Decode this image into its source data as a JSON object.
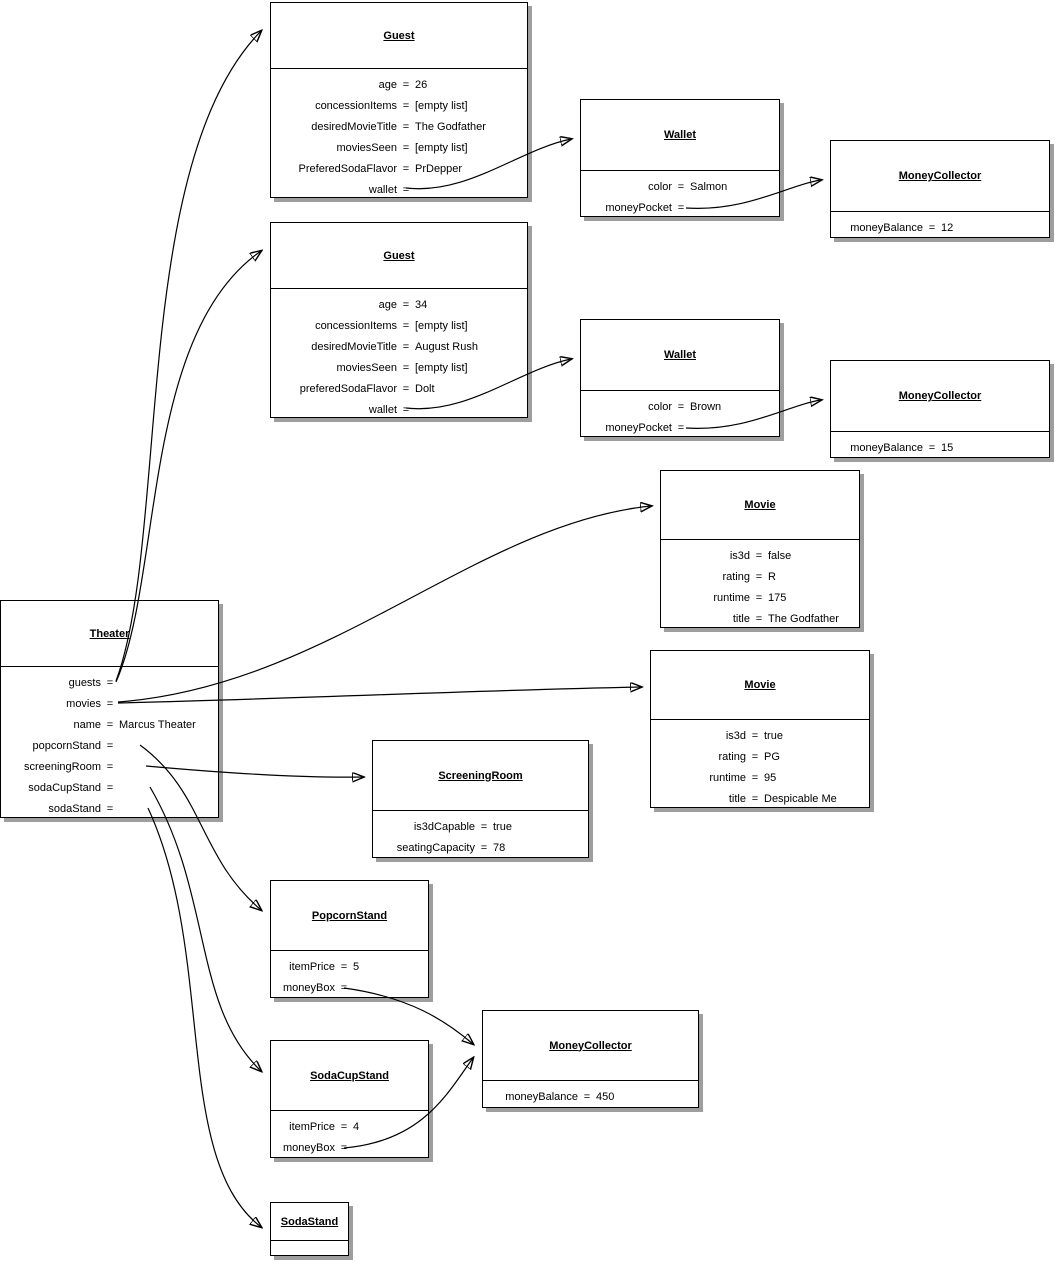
{
  "equals": "=",
  "boxes": [
    {
      "id": "guest1",
      "title": "Guest",
      "fields": [
        {
          "name": "age",
          "value": "26"
        },
        {
          "name": "concessionItems",
          "value": "[empty list]"
        },
        {
          "name": "desiredMovieTitle",
          "value": "The Godfather"
        },
        {
          "name": "moviesSeen",
          "value": "[empty list]"
        },
        {
          "name": "PreferedSodaFlavor",
          "value": "PrDepper"
        },
        {
          "name": "wallet",
          "value": ""
        }
      ]
    },
    {
      "id": "wallet1",
      "title": "Wallet",
      "fields": [
        {
          "name": "color",
          "value": "Salmon"
        },
        {
          "name": "moneyPocket",
          "value": ""
        }
      ]
    },
    {
      "id": "moneycollector1",
      "title": "MoneyCollector",
      "fields": [
        {
          "name": "moneyBalance",
          "value": "12"
        }
      ]
    },
    {
      "id": "guest2",
      "title": "Guest",
      "fields": [
        {
          "name": "age",
          "value": "34"
        },
        {
          "name": "concessionItems",
          "value": "[empty list]"
        },
        {
          "name": "desiredMovieTitle",
          "value": "August Rush"
        },
        {
          "name": "moviesSeen",
          "value": "[empty list]"
        },
        {
          "name": "preferedSodaFlavor",
          "value": "Dolt"
        },
        {
          "name": "wallet",
          "value": ""
        }
      ]
    },
    {
      "id": "wallet2",
      "title": "Wallet",
      "fields": [
        {
          "name": "color",
          "value": "Brown"
        },
        {
          "name": "moneyPocket",
          "value": ""
        }
      ]
    },
    {
      "id": "moneycollector2",
      "title": "MoneyCollector",
      "fields": [
        {
          "name": "moneyBalance",
          "value": "15"
        }
      ]
    },
    {
      "id": "movie1",
      "title": "Movie",
      "fields": [
        {
          "name": "is3d",
          "value": "false"
        },
        {
          "name": "rating",
          "value": "R"
        },
        {
          "name": "runtime",
          "value": "175"
        },
        {
          "name": "title",
          "value": "The Godfather"
        }
      ]
    },
    {
      "id": "movie2",
      "title": "Movie",
      "fields": [
        {
          "name": "is3d",
          "value": "true"
        },
        {
          "name": "rating",
          "value": "PG"
        },
        {
          "name": "runtime",
          "value": "95"
        },
        {
          "name": "title",
          "value": "Despicable Me"
        }
      ]
    },
    {
      "id": "theater",
      "title": "Theater",
      "fields": [
        {
          "name": "guests",
          "value": ""
        },
        {
          "name": "movies",
          "value": ""
        },
        {
          "name": "name",
          "value": "Marcus Theater"
        },
        {
          "name": "popcornStand",
          "value": ""
        },
        {
          "name": "screeningRoom",
          "value": ""
        },
        {
          "name": "sodaCupStand",
          "value": ""
        },
        {
          "name": "sodaStand",
          "value": ""
        }
      ]
    },
    {
      "id": "screeningroom",
      "title": "ScreeningRoom",
      "fields": [
        {
          "name": "is3dCapable",
          "value": "true"
        },
        {
          "name": "seatingCapacity",
          "value": "78"
        }
      ]
    },
    {
      "id": "popcornstand",
      "title": "PopcornStand",
      "fields": [
        {
          "name": "itemPrice",
          "value": "5"
        },
        {
          "name": "moneyBox",
          "value": ""
        }
      ]
    },
    {
      "id": "moneycollector3",
      "title": "MoneyCollector",
      "fields": [
        {
          "name": "moneyBalance",
          "value": "450"
        }
      ]
    },
    {
      "id": "sodacupstand",
      "title": "SodaCupStand",
      "fields": [
        {
          "name": "itemPrice",
          "value": "4"
        },
        {
          "name": "moneyBox",
          "value": ""
        }
      ]
    },
    {
      "id": "sodastand",
      "title": "SodaStand",
      "fields": []
    }
  ],
  "arrows": [
    {
      "from": "theater.guests",
      "to": "guest1"
    },
    {
      "from": "theater.guests",
      "to": "guest2"
    },
    {
      "from": "theater.movies",
      "to": "movie1"
    },
    {
      "from": "theater.movies",
      "to": "movie2"
    },
    {
      "from": "theater.popcornStand",
      "to": "popcornstand"
    },
    {
      "from": "theater.screeningRoom",
      "to": "screeningroom"
    },
    {
      "from": "theater.sodaCupStand",
      "to": "sodacupstand"
    },
    {
      "from": "theater.sodaStand",
      "to": "sodastand"
    },
    {
      "from": "guest1.wallet",
      "to": "wallet1"
    },
    {
      "from": "wallet1.moneyPocket",
      "to": "moneycollector1"
    },
    {
      "from": "guest2.wallet",
      "to": "wallet2"
    },
    {
      "from": "wallet2.moneyPocket",
      "to": "moneycollector2"
    },
    {
      "from": "popcornstand.moneyBox",
      "to": "moneycollector3"
    },
    {
      "from": "sodacupstand.moneyBox",
      "to": "moneycollector3"
    }
  ]
}
